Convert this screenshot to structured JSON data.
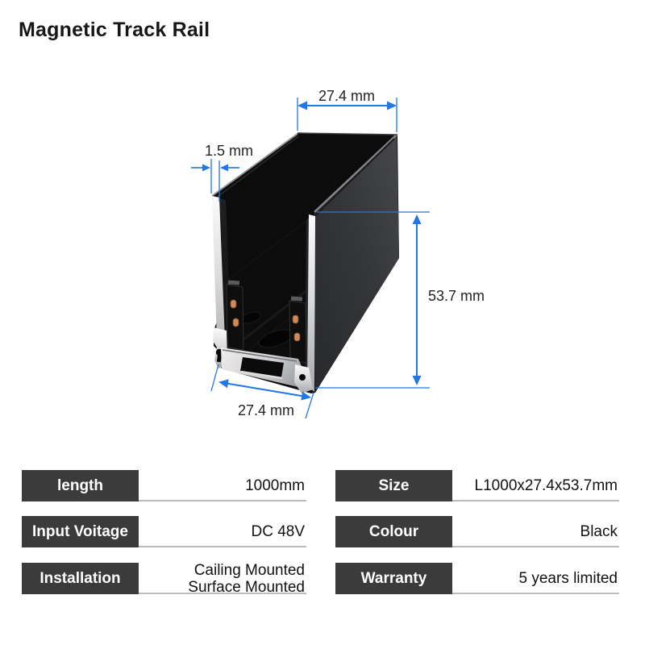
{
  "title": "Magnetic Track Rail",
  "colors": {
    "accent_blue": "#2277e3",
    "label_box": "#3b3b3b",
    "underline_gray": "#bcbcbc",
    "rail_black": "#0c0c0c",
    "rail_side_gray": "#3c3d40",
    "aluminum_silver": "#d9dadc",
    "copper_contact": "#d08a58"
  },
  "diagram": {
    "product": "magnetic-track-rail-3d-render",
    "dimensions": {
      "top_width": "27.4 mm",
      "wall_thickness": "1.5 mm",
      "height": "53.7 mm",
      "bottom_width": "27.4 mm"
    }
  },
  "specs": {
    "left_column": [
      {
        "label": "length",
        "value": "1000mm"
      },
      {
        "label": "Input Voitage",
        "value": "DC 48V"
      },
      {
        "label": "Installation",
        "value": "Cailing Mounted\nSurface Mounted"
      }
    ],
    "right_column": [
      {
        "label": "Size",
        "value": "L1000x27.4x53.7mm"
      },
      {
        "label": "Colour",
        "value": "Black"
      },
      {
        "label": "Warranty",
        "value": "5 years limited"
      }
    ]
  }
}
